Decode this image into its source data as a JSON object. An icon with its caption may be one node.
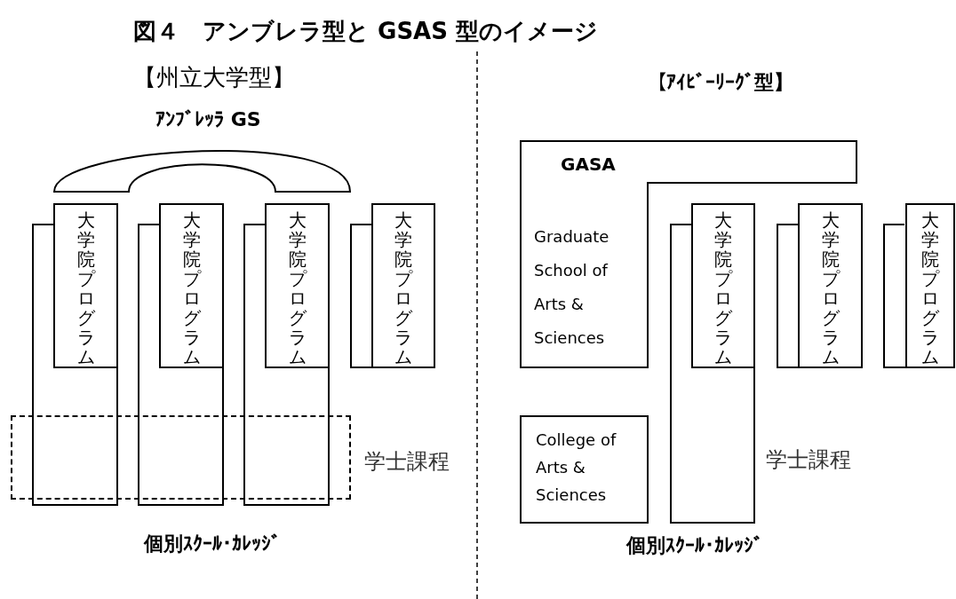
{
  "diagram": {
    "title": "図４　アンブレラ型と GSAS 型のイメージ",
    "nodes": [
      {
        "text": [
          "ｱﾝﾌﾞﾚｯﾗ GS"
        ]
      },
      {
        "text": [],
        "shape": "box"
      },
      {
        "text": [
          "大学院プログラム"
        ]
      },
      {
        "text": [],
        "shape": "box"
      },
      {
        "text": [
          "大学院プログラム"
        ]
      },
      {
        "text": [],
        "shape": "box"
      },
      {
        "text": [
          "大学院プログラム"
        ]
      },
      {
        "text": [],
        "shape": "box"
      },
      {
        "text": [
          "大学院プログラム"
        ]
      },
      {
        "text": [],
        "shape": "box",
        "beside": [
          "学士課程"
        ]
      },
      {
        "text": [
          "GASA",
          "Graduate School of Arts & Sciences"
        ]
      },
      {
        "text": [],
        "shape": "box",
        "beside": [
          "学士課程"
        ]
      },
      {
        "text": [
          "大学院プログラム"
        ]
      },
      {
        "text": [],
        "shape": "box"
      },
      {
        "text": [
          "大学院プログラム"
        ]
      },
      {
        "text": [],
        "shape": "box"
      },
      {
        "text": [
          "大学院プログラム"
        ]
      },
      {
        "text": [
          "College of Arts & Sciences"
        ]
      }
    ],
    "labels": [
      "【州立大学型】",
      "【ｱｲﾋﾞｰﾘｰｸﾞ型】",
      "個別ｽｸｰﾙ･ｶﾚｯｼﾞ",
      "個別ｽｸｰﾙ･ｶﾚｯｼﾞ"
    ]
  }
}
